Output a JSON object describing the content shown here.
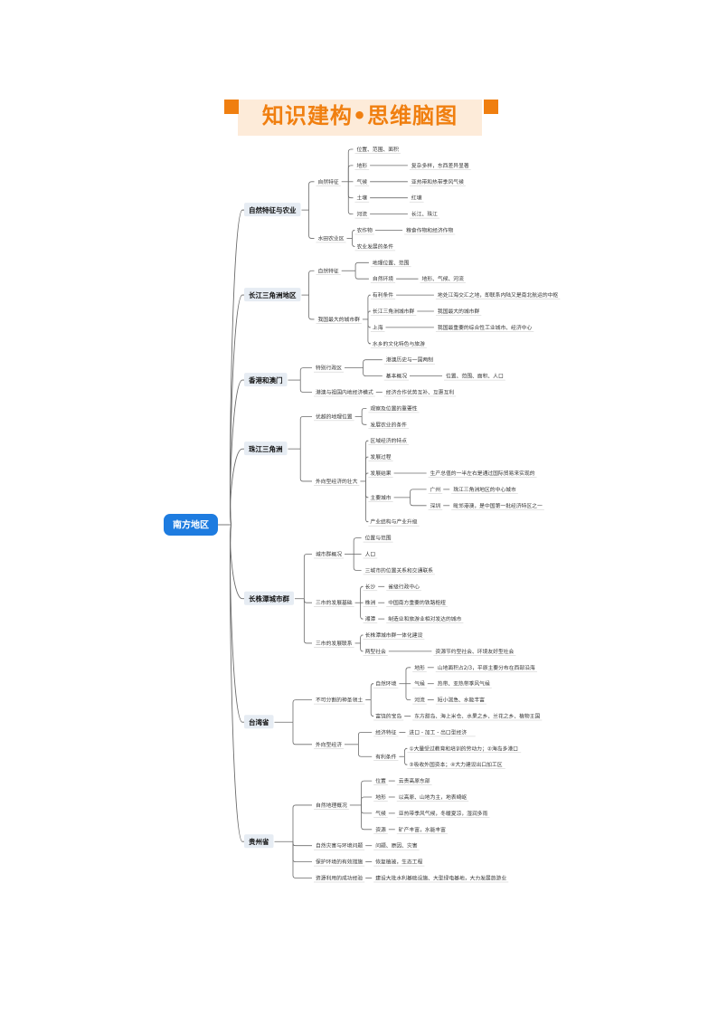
{
  "title": "知识建构•思维脑图",
  "colors": {
    "accent": "#f07f10",
    "root": "#1e7ce0",
    "line": "#6b6b6b",
    "branch_box": "#e6ecf3"
  },
  "mindmap": {
    "root": "南方地区",
    "branches": [
      {
        "label": "自然特征与农业",
        "children": [
          {
            "label": "自然特征",
            "children": [
              {
                "label": "位置、范围、面积"
              },
              {
                "label": "地形",
                "children": [
                  {
                    "label": "复杂多样，东西差异显著"
                  }
                ]
              },
              {
                "label": "气候",
                "children": [
                  {
                    "label": "亚热带和热带季风气候"
                  }
                ]
              },
              {
                "label": "土壤",
                "children": [
                  {
                    "label": "红壤"
                  }
                ]
              },
              {
                "label": "河流",
                "children": [
                  {
                    "label": "长江、珠江"
                  }
                ]
              }
            ]
          },
          {
            "label": "水田农业区",
            "children": [
              {
                "label": "农作物",
                "children": [
                  {
                    "label": "粮食作物和经济作物"
                  }
                ]
              },
              {
                "label": "农业发展的条件"
              }
            ]
          }
        ]
      },
      {
        "label": "长江三角洲地区",
        "children": [
          {
            "label": "自然特征",
            "children": [
              {
                "label": "地理位置、范围"
              },
              {
                "label": "自然环境",
                "children": [
                  {
                    "label": "地形、气候、河流"
                  }
                ]
              }
            ]
          },
          {
            "label": "我国最大的城市群",
            "children": [
              {
                "label": "有利条件",
                "children": [
                  {
                    "label": "地处江海交汇之地，即联系内陆又是南北航运的中枢"
                  }
                ]
              },
              {
                "label": "长江三角洲城市群",
                "children": [
                  {
                    "label": "我国最大的城市群"
                  }
                ]
              },
              {
                "label": "上海",
                "children": [
                  {
                    "label": "我国最重要的综合性工业城市、经济中心"
                  }
                ]
              },
              {
                "label": "水乡的文化特色与旅游"
              }
            ]
          }
        ]
      },
      {
        "label": "香港和澳门",
        "children": [
          {
            "label": "特别行政区",
            "children": [
              {
                "label": "港澳历史与一国两制"
              },
              {
                "label": "基本概况",
                "children": [
                  {
                    "label": "位置、范围、面积、人口"
                  }
                ]
              }
            ]
          },
          {
            "label": "港澳与祖国内地经济模式",
            "children": [
              {
                "label": "经济合作优势互补、互惠互利"
              }
            ]
          }
        ]
      },
      {
        "label": "珠江三角洲",
        "children": [
          {
            "label": "优越的地理位置",
            "children": [
              {
                "label": "观察及位置的重要性"
              },
              {
                "label": "发展农业的条件"
              }
            ]
          },
          {
            "label": "外向型经济的壮大",
            "children": [
              {
                "label": "区域经济的特点"
              },
              {
                "label": "发展过程"
              },
              {
                "label": "发展结果",
                "children": [
                  {
                    "label": "生产总值的一半左右是通过国际贸易来实现的"
                  }
                ]
              },
              {
                "label": "主要城市",
                "children": [
                  {
                    "label": "广州",
                    "children": [
                      {
                        "label": "珠江三角洲地区的中心城市"
                      }
                    ]
                  },
                  {
                    "label": "深圳",
                    "children": [
                      {
                        "label": "毗邻港澳，是中国第一批经济特区之一"
                      }
                    ]
                  }
                ]
              },
              {
                "label": "产业结构与产业升级"
              }
            ]
          }
        ]
      },
      {
        "label": "长株潭城市群",
        "children": [
          {
            "label": "城市群概况",
            "children": [
              {
                "label": "位置与范围"
              },
              {
                "label": "人口"
              },
              {
                "label": "三城市的位置关系和交通联系"
              }
            ]
          },
          {
            "label": "三市的发展基础",
            "children": [
              {
                "label": "长沙",
                "children": [
                  {
                    "label": "省级行政中心"
                  }
                ]
              },
              {
                "label": "株洲",
                "children": [
                  {
                    "label": "中国南方重要的铁路枢纽"
                  }
                ]
              },
              {
                "label": "湘潭",
                "children": [
                  {
                    "label": "制造业和旅游业相对发达的城市"
                  }
                ]
              }
            ]
          },
          {
            "label": "三市的发展联系",
            "children": [
              {
                "label": "长株潭城市群一体化建设"
              },
              {
                "label": "两型社会",
                "children": [
                  {
                    "label": "资源节约型社会、环境友好型社会"
                  }
                ]
              }
            ]
          }
        ]
      },
      {
        "label": "台湾省",
        "children": [
          {
            "label": "不可分割的神圣领土",
            "children": [
              {
                "label": "自然环境",
                "children": [
                  {
                    "label": "地形",
                    "children": [
                      {
                        "label": "山地面积占2/3，平原主要分布在西部沿海"
                      }
                    ]
                  },
                  {
                    "label": "气候",
                    "children": [
                      {
                        "label": "热带、亚热带季风气候"
                      }
                    ]
                  },
                  {
                    "label": "河流",
                    "children": [
                      {
                        "label": "短小湍急、水能丰富"
                      }
                    ]
                  }
                ]
              },
              {
                "label": "富饶的宝岛",
                "children": [
                  {
                    "label": "东方甜岛、海上米仓、水果之乡、兰花之乡、植物王国"
                  }
                ]
              }
            ]
          },
          {
            "label": "外向型经济",
            "children": [
              {
                "label": "经济特征",
                "children": [
                  {
                    "label": "进口 - 加工 - 出口型经济"
                  }
                ]
              },
              {
                "label": "有利条件",
                "children": [
                  {
                    "label": "①大量受过教育和培训的劳动力；②海岛多港口"
                  },
                  {
                    "label": "③吸收外国资本；④大力建设出口加工区"
                  }
                ]
              }
            ]
          }
        ]
      },
      {
        "label": "贵州省",
        "children": [
          {
            "label": "自然地理概况",
            "children": [
              {
                "label": "位置",
                "children": [
                  {
                    "label": "云贵高原东部"
                  }
                ]
              },
              {
                "label": "地形",
                "children": [
                  {
                    "label": "以高原、山地为主，地表崎岖"
                  }
                ]
              },
              {
                "label": "气候",
                "children": [
                  {
                    "label": "亚热带季风气候，冬暖夏凉，湿润多雨"
                  }
                ]
              },
              {
                "label": "资源",
                "children": [
                  {
                    "label": "矿产丰富，水能丰富"
                  }
                ]
              }
            ]
          },
          {
            "label": "自然灾害与环境问题",
            "children": [
              {
                "label": "问题、原因、灾害"
              }
            ]
          },
          {
            "label": "保护环境的有效措施",
            "children": [
              {
                "label": "恢复植被，生态工程"
              }
            ]
          },
          {
            "label": "资源利用的成功经验",
            "children": [
              {
                "label": "建设大批水利基础设施、大型绿电基地，大力发展旅游业"
              }
            ]
          }
        ]
      }
    ]
  }
}
